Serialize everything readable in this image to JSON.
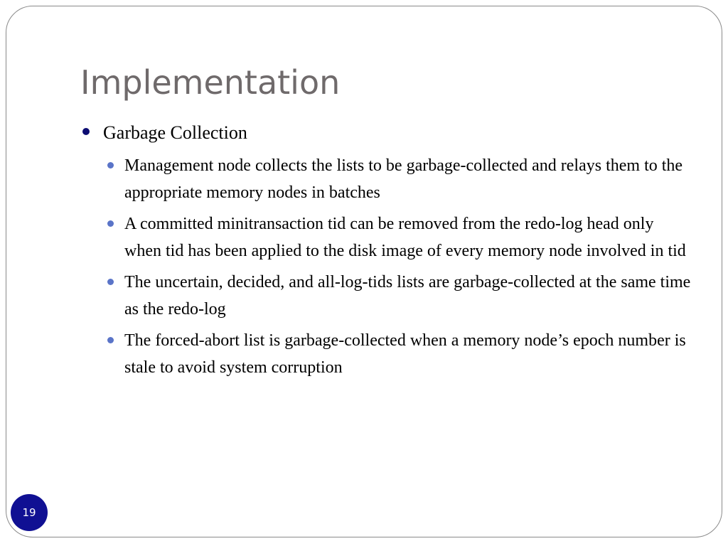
{
  "slide": {
    "title": "Implementation",
    "bullets": [
      {
        "text": "Garbage Collection",
        "children": [
          "Management node collects the lists to be garbage-collected and relays them to the appropriate memory nodes in batches",
          "A committed minitransaction tid can be removed from the redo-log head only when tid has been applied to the disk image of every memory node involved in tid",
          "The uncertain, decided, and all-log-tids lists are garbage-collected at the same time as the redo-log",
          "The forced-abort list is garbage-collected when a memory node’s epoch number is stale to avoid system corruption"
        ]
      }
    ],
    "page_number": "19"
  },
  "colors": {
    "title": "#6f6a6b",
    "bullet_level1": "#0c0c72",
    "bullet_level2": "#5a74c8",
    "page_badge": "#101093"
  }
}
